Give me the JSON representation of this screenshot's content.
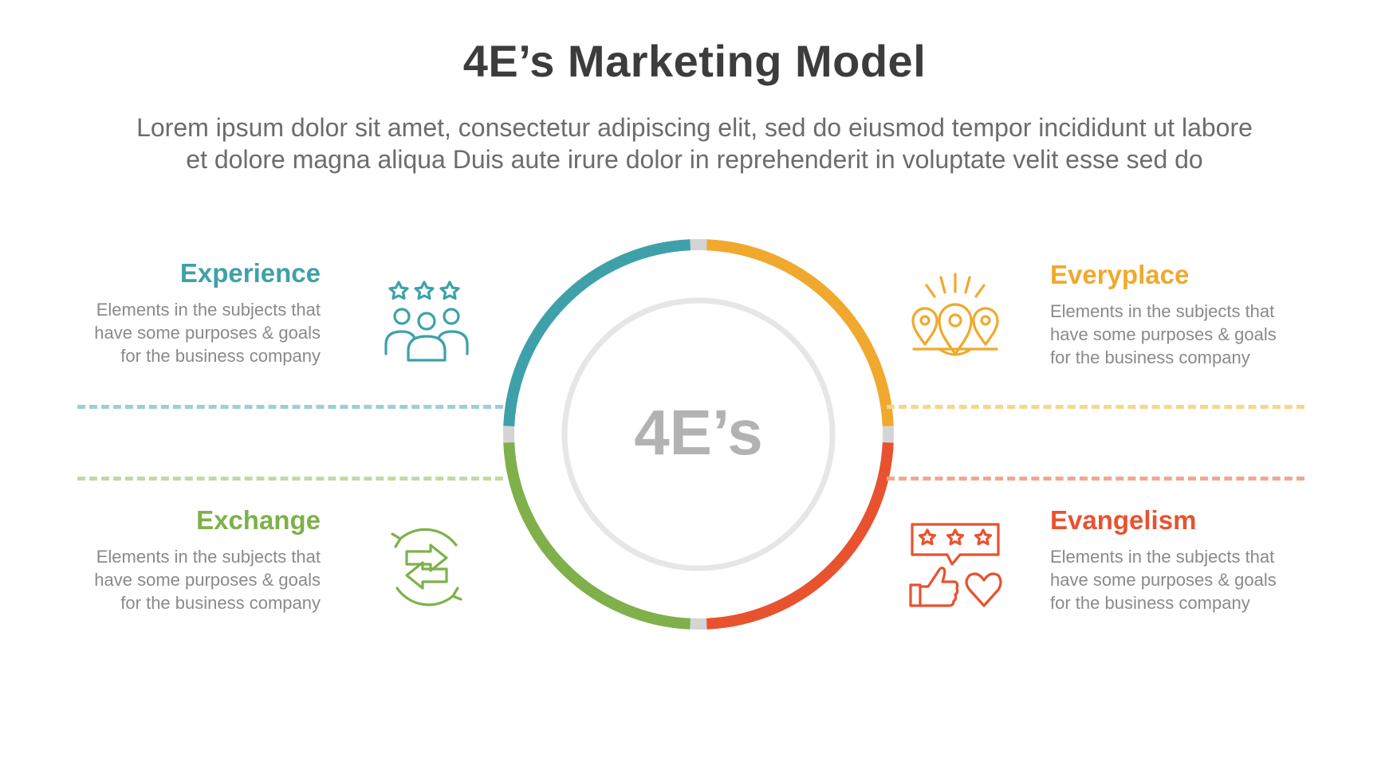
{
  "title": "4E’s Marketing Model",
  "subtitle": {
    "line1": "Lorem ipsum dolor sit amet, consectetur adipiscing elit, sed do eiusmod tempor incididunt ut labore",
    "line2": "et dolore magna aliqua Duis aute irure dolor in reprehenderit in voluptate velit esse sed do"
  },
  "center_label": "4E’s",
  "colors": {
    "experience": "#3ea1a9",
    "everyplace": "#f0a92d",
    "exchange": "#7fb04a",
    "evangelism": "#e8522f",
    "ring_track": "#d4d4d4",
    "inner_ring": "#e6e6e6"
  },
  "items": {
    "experience": {
      "title": "Experience",
      "desc": [
        "Elements in the subjects that",
        "have  some purposes & goals",
        "for the  business company"
      ],
      "icon": "people-rating-icon"
    },
    "everyplace": {
      "title": "Everyplace",
      "desc": [
        "Elements in the subjects that",
        "have  some purposes & goals",
        "for the  business company"
      ],
      "icon": "location-pins-icon"
    },
    "exchange": {
      "title": "Exchange",
      "desc": [
        "Elements in the subjects that",
        "have  some purposes & goals",
        "for the  business company"
      ],
      "icon": "exchange-arrows-icon"
    },
    "evangelism": {
      "title": "Evangelism",
      "desc": [
        "Elements in the subjects that",
        "have  some purposes & goals",
        "for the  business company"
      ],
      "icon": "review-like-icon"
    }
  }
}
